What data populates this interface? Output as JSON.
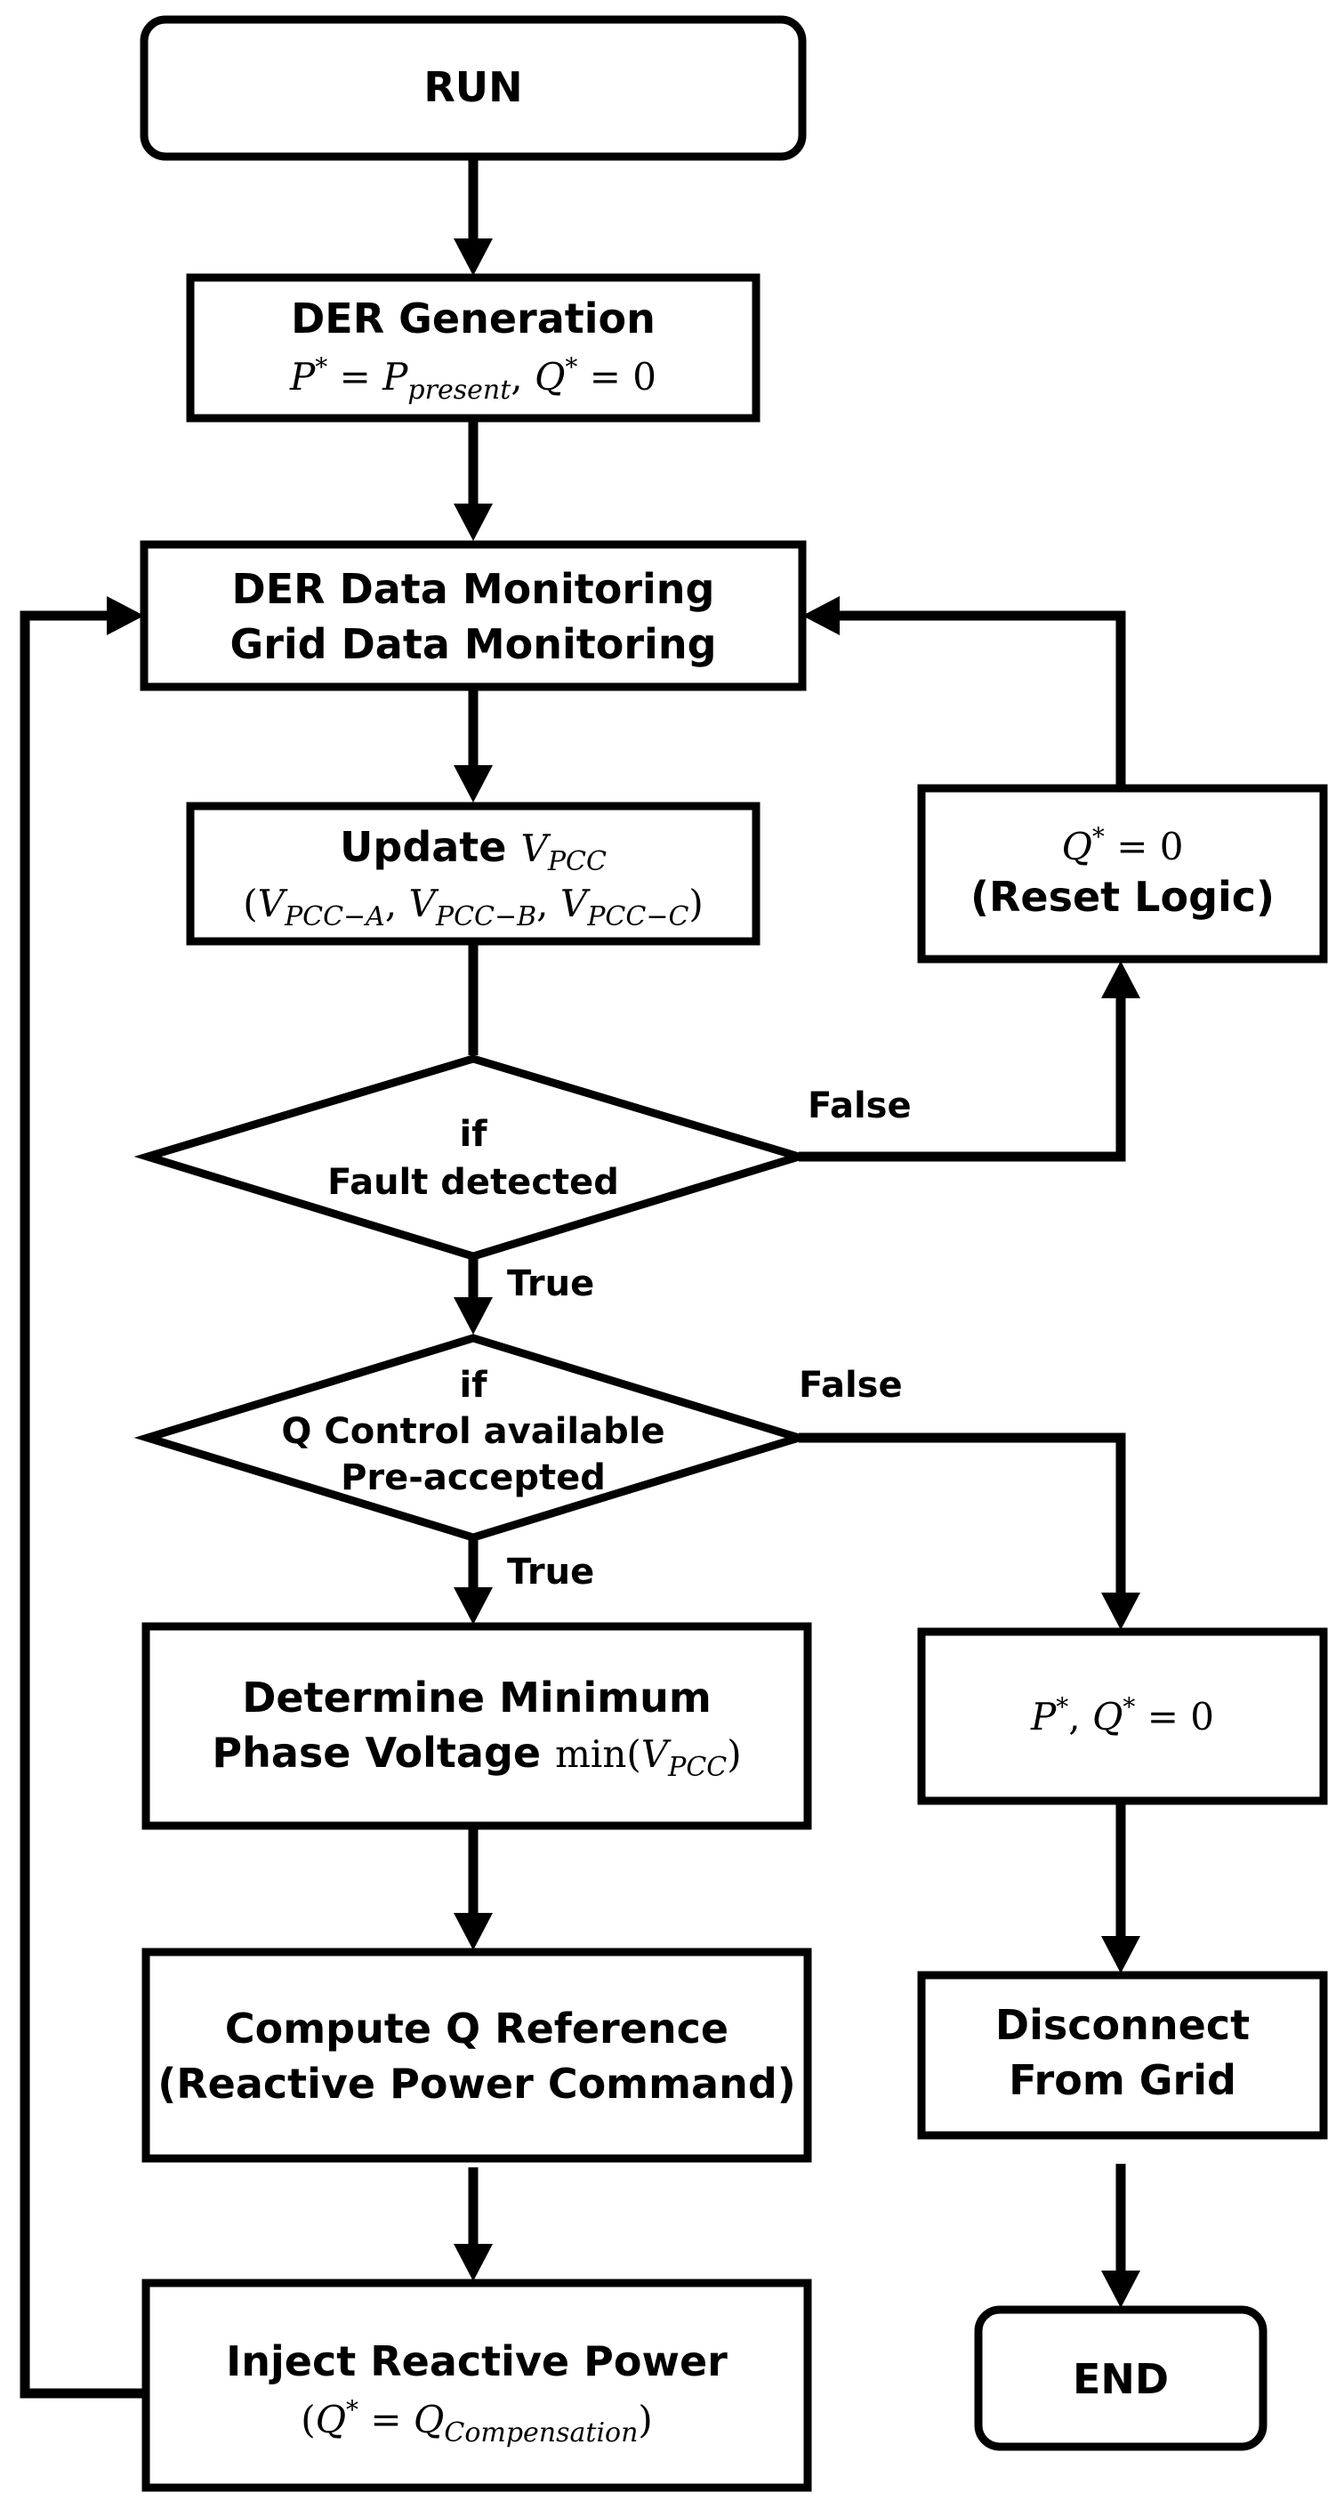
{
  "nodes": {
    "run": {
      "label": "RUN"
    },
    "der_generation": {
      "title": "DER Generation",
      "formula": {
        "p": "P",
        "star": "*",
        "eq": " = ",
        "p_sub": "present",
        "q": "Q",
        "zero": " = 0"
      }
    },
    "monitoring": {
      "line1": "DER Data Monitoring",
      "line2": "Grid Data Monitoring"
    },
    "update_vpcc": {
      "title": "Update",
      "v": "V",
      "v_sub": "PCC",
      "phase_a_sub": "PCC−A",
      "phase_b_sub": "PCC−B",
      "phase_c_sub": "PCC−C"
    },
    "reset_logic": {
      "q": "Q",
      "star": "*",
      "zero": " = 0",
      "label": "(Reset Logic)"
    },
    "fault_check": {
      "line1": "if",
      "line2": "Fault detected"
    },
    "q_control_check": {
      "line1": "if",
      "line2": "Q Control available",
      "line3": "Pre-accepted"
    },
    "min_phase": {
      "line1": "Determine Minimum",
      "line2": "Phase Voltage",
      "min_fn": "min",
      "v": "V",
      "v_sub": "PCC"
    },
    "zero_pq": {
      "p": "P",
      "q": "Q",
      "star": "*",
      "zero": " = 0"
    },
    "compute_q": {
      "line1": "Compute Q Reference",
      "line2": "(Reactive Power Command)"
    },
    "disconnect": {
      "line1": "Disconnect",
      "line2": "From Grid"
    },
    "inject": {
      "title": "Inject Reactive Power",
      "q": "Q",
      "star": "*",
      "eq": " = ",
      "q_sub": "Compensation"
    },
    "end": {
      "label": "END"
    }
  },
  "edge_labels": {
    "fault_false": "False",
    "fault_true": "True",
    "q_false": "False",
    "q_true": "True"
  }
}
